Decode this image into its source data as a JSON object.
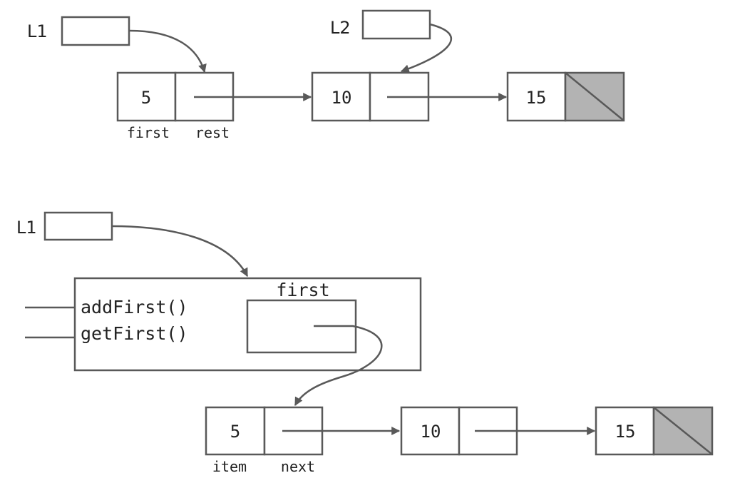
{
  "top": {
    "var_l1": "L1",
    "var_l2": "L2",
    "nodes": [
      "5",
      "10",
      "15"
    ],
    "field_labels": [
      "first",
      "rest"
    ]
  },
  "bottom": {
    "var_l1": "L1",
    "methods": [
      "addFirst()",
      "getFirst()"
    ],
    "field_name": "first",
    "nodes": [
      "5",
      "10",
      "15"
    ],
    "field_labels": [
      "item",
      "next"
    ]
  },
  "colors": {
    "stroke": "#595959",
    "null_fill": "#b3b3b3"
  }
}
